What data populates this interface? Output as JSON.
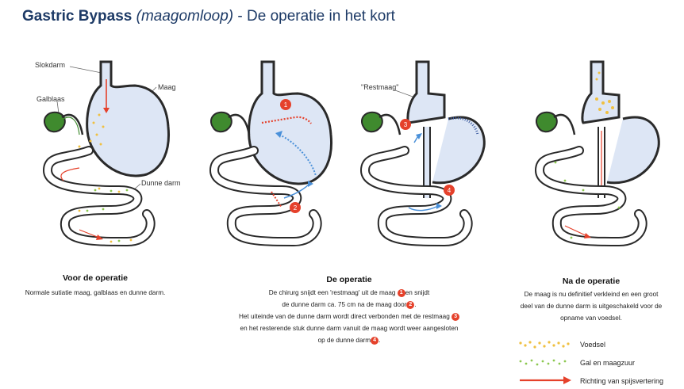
{
  "title": {
    "bold": "Gastric Bypass",
    "italic": "(maagomloop)",
    "rest": " - De operatie in het kort"
  },
  "labels": {
    "slokdarm": "Slokdarm",
    "maag": "Maag",
    "galblaas": "Galblaas",
    "dunne_darm": "Dunne darm",
    "restmaag": "\"Restmaag\""
  },
  "badges": [
    "1",
    "2",
    "3",
    "4"
  ],
  "panels": [
    {
      "heading": "Voor de operatie",
      "lines": [
        "Normale sutiatie maag, galblaas en dunne darm."
      ]
    },
    {
      "heading": "De operatie",
      "line1a": "De chirurg snijdt een 'restmaag' uit de maag",
      "line1b": "en snijdt",
      "line2": "de dunne darm ca. 75 cm na de maag door",
      "line3": "Het uiteinde van de dunne darm wordt direct verbonden met de restmaag",
      "line4": "en het resterende stuk dunne darm vanuit de maag wordt weer aangesloten",
      "line5": "op de dunne darm",
      "period": "."
    },
    {
      "heading": "Na de operatie",
      "lines": [
        "De maag is nu definitief verkleind en een groot",
        "deel van de dunne darm is uitgeschakeld voor de",
        "opname van voedsel."
      ]
    }
  ],
  "legend": [
    {
      "label": "Voedsel",
      "color": "#f0c040"
    },
    {
      "label": "Gal en maagzuur",
      "color": "#8cc850"
    },
    {
      "label": "Richting van spijsvertering",
      "color": "#e5412b"
    }
  ],
  "colors": {
    "outline": "#2a2a2a",
    "stomach_fill": "#dde6f5",
    "gallbladder": "#3f8a2e",
    "arrow_red": "#e5412b",
    "arrow_blue": "#4a90d9"
  }
}
